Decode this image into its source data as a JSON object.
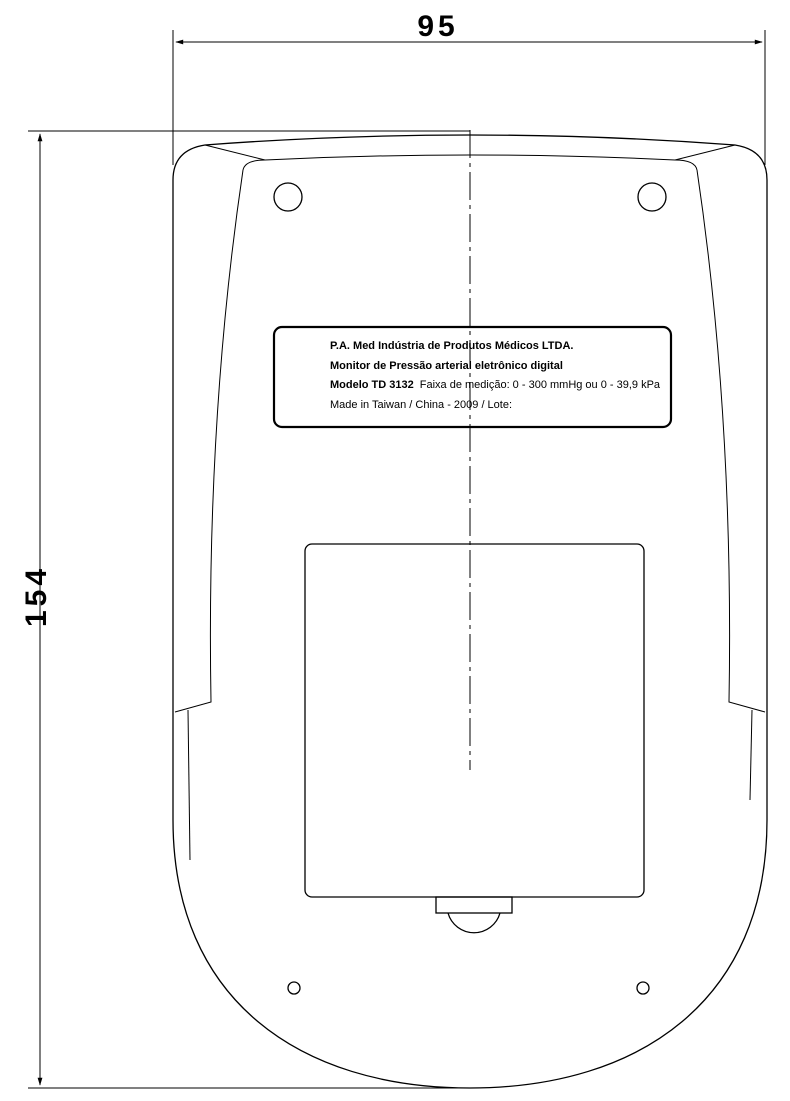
{
  "dimensions": {
    "width": "95",
    "height": "154"
  },
  "label": {
    "line1": "P.A. Med Indústria  de Produtos Médicos LTDA.",
    "line2": "Monitor de Pressão arterial eletrônico digital",
    "line3_bold": "Modelo TD 3132",
    "line3_rest": "Faixa de medição: 0 - 300 mmHg ou 0 - 39,9 kPa",
    "line4": "Made in Taiwan / China - 2009 / Lote:"
  }
}
